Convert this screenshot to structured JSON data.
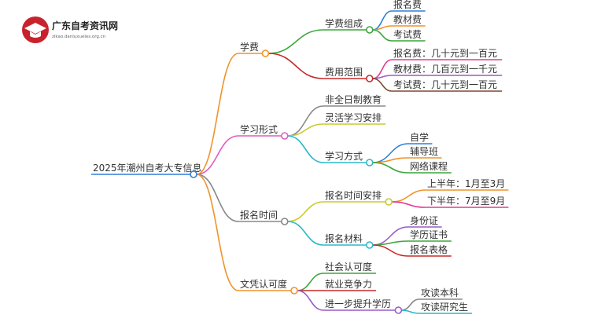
{
  "logo": {
    "title": "广东自考资讯网",
    "subtitle": "zikao.danluxueles.org.cn"
  },
  "mindmap": {
    "root": "2025年潮州自考大专信息",
    "branches": [
      {
        "label": "学费",
        "color": "#f0922a",
        "children": [
          {
            "label": "学费组成",
            "color": "#3aa63a",
            "children": [
              {
                "label": "报名费",
                "color": "#2d7fd8"
              },
              {
                "label": "教材费",
                "color": "#f0922a"
              },
              {
                "label": "考试费",
                "color": "#3aa63a"
              }
            ]
          },
          {
            "label": "费用范围",
            "color": "#c72a2a",
            "children": [
              {
                "label": "报名费：几十元到一百元",
                "color": "#e03b8f"
              },
              {
                "label": "教材费：几百元到一千元",
                "color": "#9a5cc6"
              },
              {
                "label": "考试费：几十元到一百元",
                "color": "#7b4a30"
              }
            ]
          }
        ]
      },
      {
        "label": "学习形式",
        "color": "#e05dbc",
        "children": [
          {
            "label": "非全日制教育",
            "color": "#888888"
          },
          {
            "label": "灵活学习安排",
            "color": "#c9c930"
          },
          {
            "label": "学习方式",
            "color": "#2bb8c8",
            "children": [
              {
                "label": "自学",
                "color": "#2d7fd8"
              },
              {
                "label": "辅导班",
                "color": "#f0922a"
              },
              {
                "label": "网络课程",
                "color": "#3aa63a"
              }
            ]
          }
        ]
      },
      {
        "label": "报名时间",
        "color": "#888888",
        "children": [
          {
            "label": "报名时间安排",
            "color": "#c9c930",
            "children": [
              {
                "label": "上半年：1月至3月",
                "color": "#f0922a"
              },
              {
                "label": "下半年：7月至9月",
                "color": "#e03b8f"
              }
            ]
          },
          {
            "label": "报名材料",
            "color": "#2bb8c8",
            "children": [
              {
                "label": "身份证",
                "color": "#9a5cc6"
              },
              {
                "label": "学历证书",
                "color": "#3aa63a"
              },
              {
                "label": "报名表格",
                "color": "#c72a2a"
              }
            ]
          }
        ]
      },
      {
        "label": "文凭认可度",
        "color": "#f0922a",
        "children": [
          {
            "label": "社会认可度",
            "color": "#3aa63a"
          },
          {
            "label": "就业竞争力",
            "color": "#c72a2a"
          },
          {
            "label": "进一步提升学历",
            "color": "#9a5cc6",
            "children": [
              {
                "label": "攻读本科",
                "color": "#888888"
              },
              {
                "label": "攻读研究生",
                "color": "#2bb8c8"
              }
            ]
          }
        ]
      }
    ]
  }
}
